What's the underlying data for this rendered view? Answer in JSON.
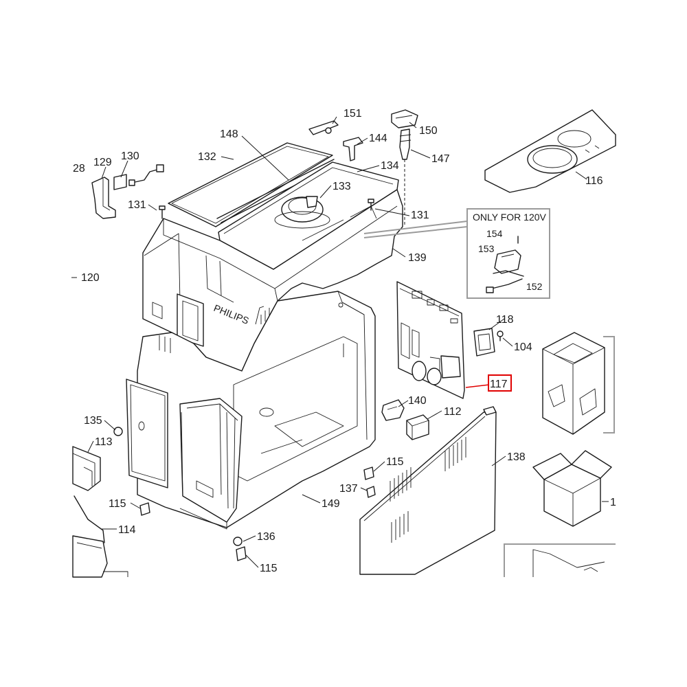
{
  "callouts": {
    "c151": "151",
    "c150": "150",
    "c148": "148",
    "c144": "144",
    "c147": "147",
    "c132": "132",
    "c130": "130",
    "c134": "134",
    "c129": "129",
    "c28": "28",
    "c133": "133",
    "c116": "116",
    "c131a": "131",
    "c131b": "131",
    "c120": "120",
    "c139": "139",
    "c154": "154",
    "c153": "153",
    "c152": "152",
    "c118": "118",
    "c104": "104",
    "c117": "117",
    "c140": "140",
    "c112": "112",
    "c135": "135",
    "c113": "113",
    "c138": "138",
    "c115a": "115",
    "c115b": "115",
    "c115c": "115",
    "c137": "137",
    "c149": "149",
    "c114": "114",
    "c136": "136",
    "c1": "1"
  },
  "note": {
    "only_120v": "ONLY FOR 120V"
  },
  "brand": {
    "housing_logo": "PHILIPS"
  },
  "highlight": {
    "part": "117",
    "color": "#e00000"
  }
}
